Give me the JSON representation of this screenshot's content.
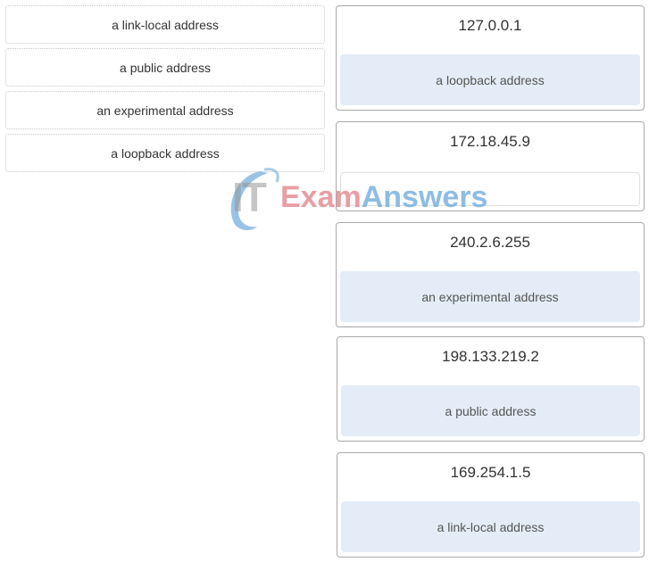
{
  "options": [
    {
      "label": "a link-local address"
    },
    {
      "label": "a public address"
    },
    {
      "label": "an experimental address"
    },
    {
      "label": "a loopback address"
    }
  ],
  "targets": [
    {
      "label": "127.0.0.1",
      "answer": "a loopback address"
    },
    {
      "label": "172.18.45.9",
      "answer": ""
    },
    {
      "label": "240.2.6.255",
      "answer": "an experimental address"
    },
    {
      "label": "198.133.219.2",
      "answer": "a public address"
    },
    {
      "label": "169.254.1.5",
      "answer": "a link-local address"
    }
  ],
  "watermark": {
    "part1": "IT",
    "part2": "Exam",
    "part3": "Answers"
  },
  "colors": {
    "drop_zone_fill": "#e3ecf7",
    "watermark_red": "#e27e86",
    "watermark_blue": "#6eaadc"
  }
}
